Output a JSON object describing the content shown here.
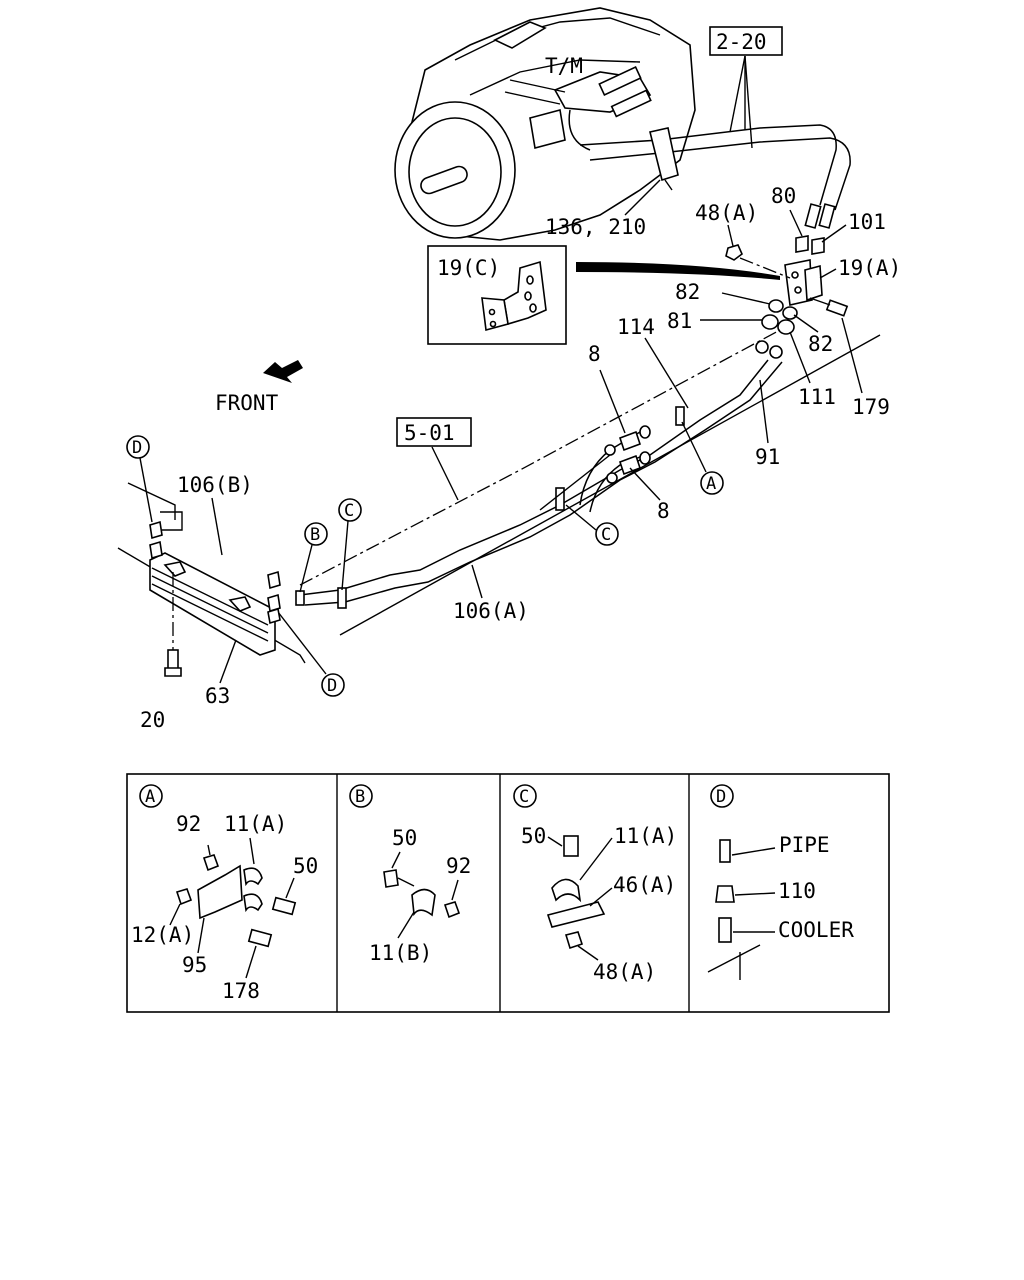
{
  "diagram": {
    "main_labels": {
      "tm": "T/M",
      "ref_2_20": "2-20",
      "p136_210": "136, 210",
      "p48a": "48(A)",
      "p80": "80",
      "p101": "101",
      "p19a": "19(A)",
      "p19c": "19(C)",
      "p82_top": "82",
      "p81": "81",
      "p82_bottom": "82",
      "p179": "179",
      "p111": "111",
      "p114": "114",
      "p91": "91",
      "p8_top": "8",
      "p8_bottom": "8",
      "front": "FRONT",
      "ref_5_01": "5-01",
      "p106b": "106(B)",
      "p106a": "106(A)",
      "p63": "63",
      "p20": "20",
      "callout_a": "A",
      "callout_b": "B",
      "callout_c": "C",
      "callout_c2": "C",
      "callout_d_top": "D",
      "callout_d_bottom": "D"
    },
    "detail_a": {
      "key": "A",
      "labels": {
        "p92": "92",
        "p11a": "11(A)",
        "p50": "50",
        "p12a": "12(A)",
        "p95": "95",
        "p178": "178"
      }
    },
    "detail_b": {
      "key": "B",
      "labels": {
        "p50": "50",
        "p92": "92",
        "p11b": "11(B)"
      }
    },
    "detail_c": {
      "key": "C",
      "labels": {
        "p50": "50",
        "p11a": "11(A)",
        "p46a": "46(A)",
        "p48a": "48(A)"
      }
    },
    "detail_d": {
      "key": "D",
      "labels": {
        "pipe": "PIPE",
        "p110": "110",
        "cooler": "COOLER"
      }
    }
  }
}
